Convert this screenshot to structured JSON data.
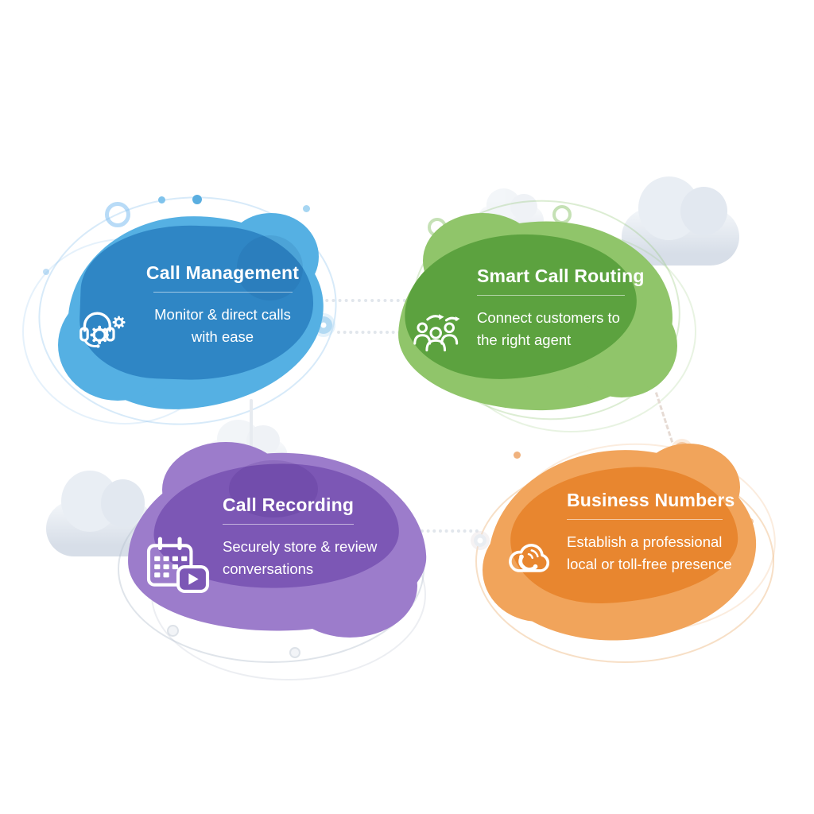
{
  "cards": [
    {
      "id": "call-management",
      "title": "Call Management",
      "subtitle_lines": [
        "Monitor & direct calls",
        "with ease"
      ],
      "icon": "headset-gears-icon",
      "colors": {
        "outer": "#55b0e3",
        "inner": "#2f86c5"
      }
    },
    {
      "id": "smart-call-routing",
      "title": "Smart Call Routing",
      "subtitle_lines": [
        "Connect customers to",
        "the right agent"
      ],
      "icon": "people-routing-icon",
      "colors": {
        "outer": "#90c56a",
        "inner": "#5ca23f"
      }
    },
    {
      "id": "call-recording",
      "title": "Call Recording",
      "subtitle_lines": [
        "Securely store & review",
        "conversations"
      ],
      "icon": "calendar-play-icon",
      "colors": {
        "outer": "#9c7ccb",
        "inner": "#7c57b5"
      }
    },
    {
      "id": "business-numbers",
      "title": "Business Numbers",
      "subtitle_lines": [
        "Establish a professional",
        "local or toll-free presence"
      ],
      "icon": "cloud-phone-icon",
      "colors": {
        "outer": "#f1a45b",
        "inner": "#e8862f"
      }
    }
  ],
  "decor": {
    "connector_color": "#e1e6ec",
    "cloud_color": "#dde4ed",
    "text_color": "#ffffff"
  }
}
